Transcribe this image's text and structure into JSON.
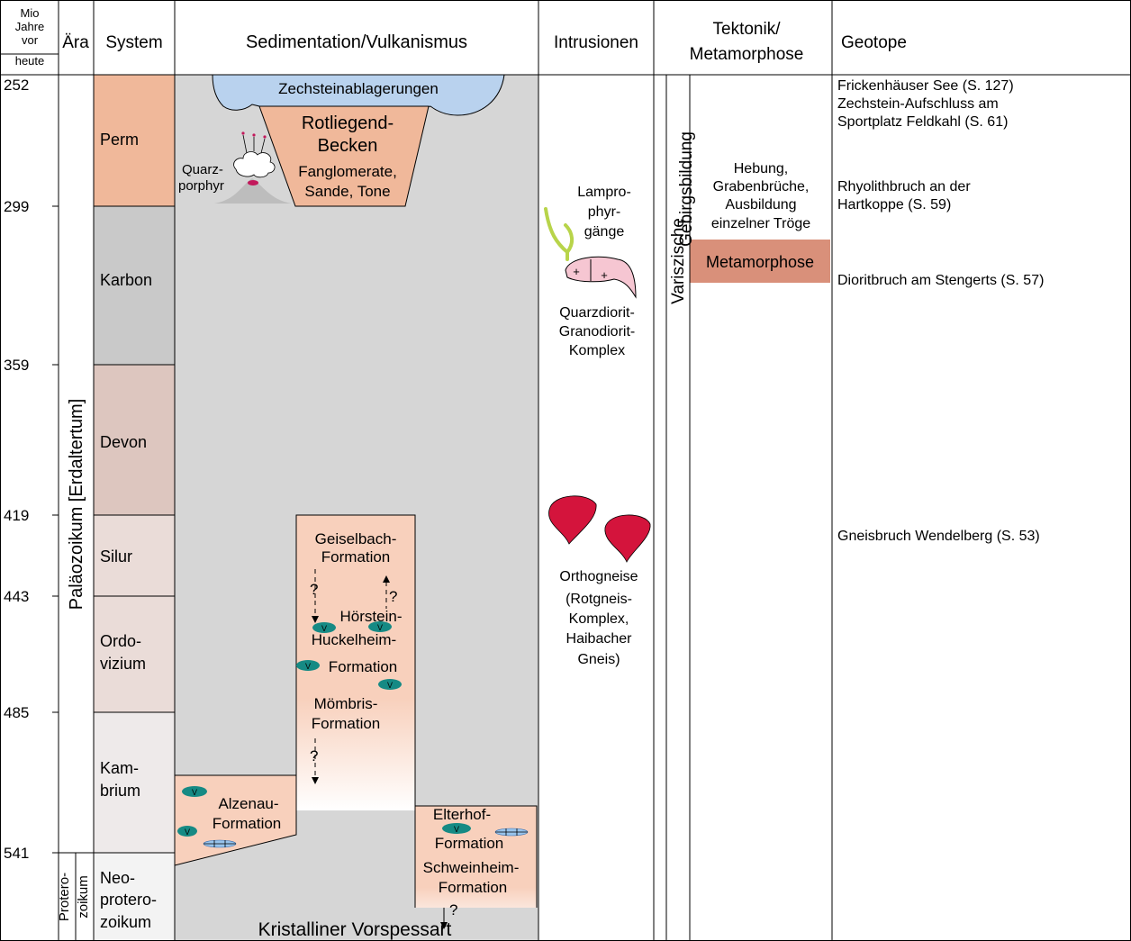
{
  "header": {
    "age_lines": [
      "Mio",
      "Jahre",
      "vor",
      "heute"
    ],
    "era": "Ära",
    "system": "System",
    "sedimentation": "Sedimentation/Vulkanismus",
    "intrusions": "Intrusionen",
    "tectonics_lines": [
      "Tektonik/",
      "Metamorphose"
    ],
    "geotopes": "Geotope"
  },
  "ages": [
    "252",
    "299",
    "359",
    "419",
    "443",
    "485",
    "541"
  ],
  "eras": {
    "paleozoic": "Paläozoikum [Erdaltertum]",
    "proterozoic_lines": [
      "Protero-",
      "zoikum"
    ]
  },
  "systems": [
    {
      "lines": [
        "Perm"
      ],
      "color": "#f0b89a"
    },
    {
      "lines": [
        "Karbon"
      ],
      "color": "#c9c9c9"
    },
    {
      "lines": [
        "Devon"
      ],
      "color": "#ddc6bf"
    },
    {
      "lines": [
        "Silur"
      ],
      "color": "#eadcd8"
    },
    {
      "lines": [
        "Ordo-",
        "vizium"
      ],
      "color": "#eadcd8"
    },
    {
      "lines": [
        "Kam-",
        "brium"
      ],
      "color": "#eeeaea"
    },
    {
      "lines": [
        "Neo-",
        "protero-",
        "zoikum"
      ],
      "color": "#f3f3f3"
    }
  ],
  "sedimentation": {
    "zechstein": "Zechsteinablagerungen",
    "rotliegend_lines": [
      "Rotliegend-",
      "Becken",
      "Fanglomerate,",
      "Sande, Tone"
    ],
    "volcano_lines": [
      "Quarz-",
      "porphyr"
    ],
    "geiselbach_lines": [
      "Geiselbach-",
      "Formation"
    ],
    "hoerstein": "Hörstein-",
    "huckelheim": "Huckelheim-",
    "formation_mid": "Formation",
    "moembris_lines": [
      "Mömbris-",
      "Formation"
    ],
    "alzenau_lines": [
      "Alzenau-",
      "Formation"
    ],
    "elterhof_lines": [
      "Elterhof-",
      "Formation"
    ],
    "schweinheim_lines": [
      "Schweinheim-",
      "Formation"
    ],
    "question": "?",
    "vorspessart": "Kristalliner Vorspessart"
  },
  "intrusions": {
    "lamprophyr_lines": [
      "Lampro-",
      "phyr-",
      "gänge"
    ],
    "quarzdiorit_lines": [
      "Quarzdiorit-",
      "Granodiorit-",
      "Komplex"
    ],
    "orthogneis_lines": [
      "Orthogneise",
      "(Rotgneis-",
      "Komplex,",
      "Haibacher",
      "Gneis)"
    ]
  },
  "tectonics": {
    "orogeny_lines": [
      "Variszische",
      "Gebirgsbildung"
    ],
    "hebung_lines": [
      "Hebung,",
      "Grabenbrüche,",
      "Ausbildung",
      "einzelner Tröge"
    ],
    "metamorphose": "Metamorphose"
  },
  "geotopes": [
    {
      "lines": [
        "Frickenhäuser See (S. 127)",
        "Zechstein-Aufschluss am",
        "Sportplatz Feldkahl (S. 61)"
      ]
    },
    {
      "lines": [
        "Rhyolithbruch an der",
        "Hartkoppe (S. 59)"
      ]
    },
    {
      "lines": [
        "Dioritbruch am Stengerts (S. 57)"
      ]
    },
    {
      "lines": [
        "Gneisbruch Wendelberg (S. 53)"
      ]
    }
  ],
  "colors": {
    "sediment_fill": "#f8d0bc",
    "basin_fill": "#f0b89a",
    "gray_band": "#d6d6d6",
    "zechstein_fill": "#b9d2ee",
    "metamorphose_fill": "#d9907a",
    "orthogneis_fill": "#d4143c",
    "quarzdiorit_fill": "#f6c6d2",
    "lamprophyr_stroke": "#b8d44a",
    "volcanite_fill": "#168a84",
    "lens_fill": "#98c4ec"
  }
}
